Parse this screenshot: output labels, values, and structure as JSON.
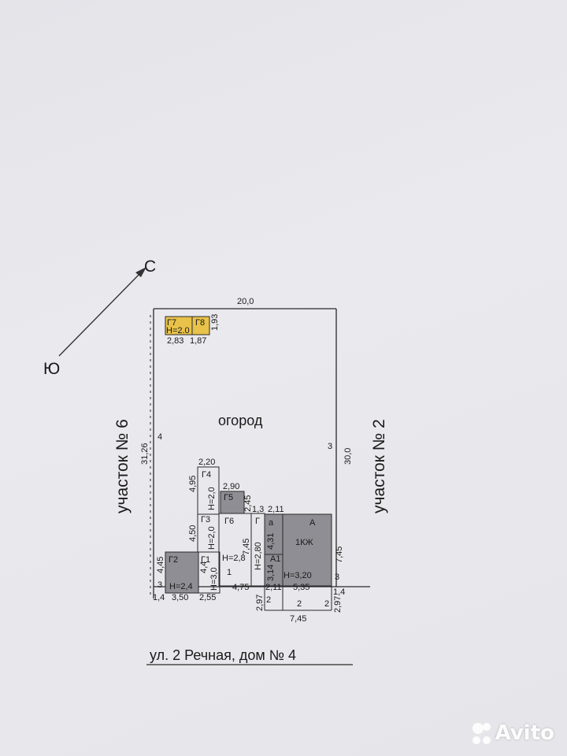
{
  "compass": {
    "north": "С",
    "south": "Ю"
  },
  "neighbors": {
    "left": "участок № 6",
    "right": "участок № 2"
  },
  "garden_label": "огород",
  "street_caption": "ул. 2  Речная, дом № 4",
  "buildings": {
    "g7": "Г7",
    "g8": "Г8",
    "g7_height": "Н=2.0",
    "g4": "Г4",
    "g5": "Г5",
    "g3": "Г3",
    "g6": "Г6",
    "g": "Г",
    "a_small": "а",
    "a_main": "А",
    "a_main_type": "1КЖ",
    "a1": "А1",
    "g2": "Г2",
    "g1": "Г1",
    "g2_height": "Н=2,4",
    "g3_height": "Н=2,0",
    "g4_height": "Н=2,0",
    "g1_height": "Н=3,0",
    "g6_height": "Н=2,8",
    "g_height": "Н=2,80",
    "a_main_height": "Н=3,20"
  },
  "dimensions": {
    "top_width": "20,0",
    "left_length": "31,26",
    "left_side_4": "4",
    "right_length": "30,0",
    "right_side_3": "3",
    "g7_w": "2,83",
    "g8_w": "1,87",
    "g8_h": "1,93",
    "g4_w": "2,20",
    "g4_h": "4,95",
    "g5_w": "2,90",
    "g5_h": "2,45",
    "g_w": "1,3",
    "a_w": "2,11",
    "g3_h": "4,50",
    "g6_h": "7,45",
    "a_h": "4,31",
    "a1_h": "3,14",
    "right_7_45": "7,45",
    "g2_h": "4,45",
    "g1_h": "4,4",
    "bottom_3": "3",
    "bottom_1_4_left": "1,4",
    "g2_w": "3,50",
    "g1_w": "2,55",
    "g6_w": "4,75",
    "a1_w": "2,11",
    "main_w": "5,35",
    "bottom_1_4_right": "1,4",
    "right_3": "3",
    "porch_2_97_left": "2,97",
    "porch_2_97_right": "2,97",
    "porch_2_left": "2",
    "porch_2_mid": "2",
    "porch_2_right": "2",
    "lot_1": "1",
    "bottom_total": "7,45"
  },
  "watermark": "Avito",
  "colors": {
    "shaded": "#8e8e94",
    "yellow": "#e8c24a",
    "line": "#2a2a2a"
  }
}
